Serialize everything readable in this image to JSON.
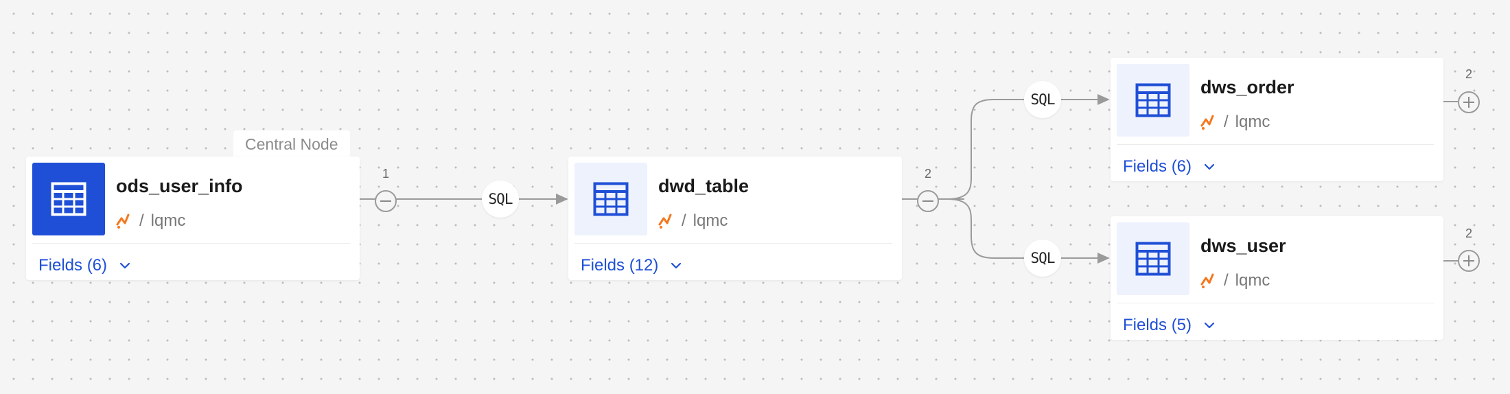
{
  "central_tag": "Central Node",
  "nodes": {
    "ods": {
      "title": "ods_user_info",
      "owner": "lqmc",
      "fields_label": "Fields (6)",
      "central": true
    },
    "dwd": {
      "title": "dwd_table",
      "owner": "lqmc",
      "fields_label": "Fields (12)"
    },
    "dws_order": {
      "title": "dws_order",
      "owner": "lqmc",
      "fields_label": "Fields (6)"
    },
    "dws_user": {
      "title": "dws_user",
      "owner": "lqmc",
      "fields_label": "Fields (5)"
    }
  },
  "edges": {
    "ods_to_dwd": {
      "label": "SQL",
      "count": "1",
      "toggle": "collapse"
    },
    "dwd_to_order": {
      "label": "SQL"
    },
    "dwd_to_user": {
      "label": "SQL"
    },
    "dwd_out": {
      "count": "2",
      "toggle": "collapse"
    },
    "order_out": {
      "count": "2",
      "toggle": "expand"
    },
    "user_out": {
      "count": "2",
      "toggle": "expand"
    }
  },
  "icons": {
    "table": "table-grid-icon",
    "lineage": "lineage-orange-icon",
    "chevron": "chevron-down-icon"
  },
  "colors": {
    "accent": "#1f4fd6",
    "icon_bg": "#edf2fd",
    "lineage_orange": "#f5781e",
    "edge": "#9a9a9a"
  }
}
